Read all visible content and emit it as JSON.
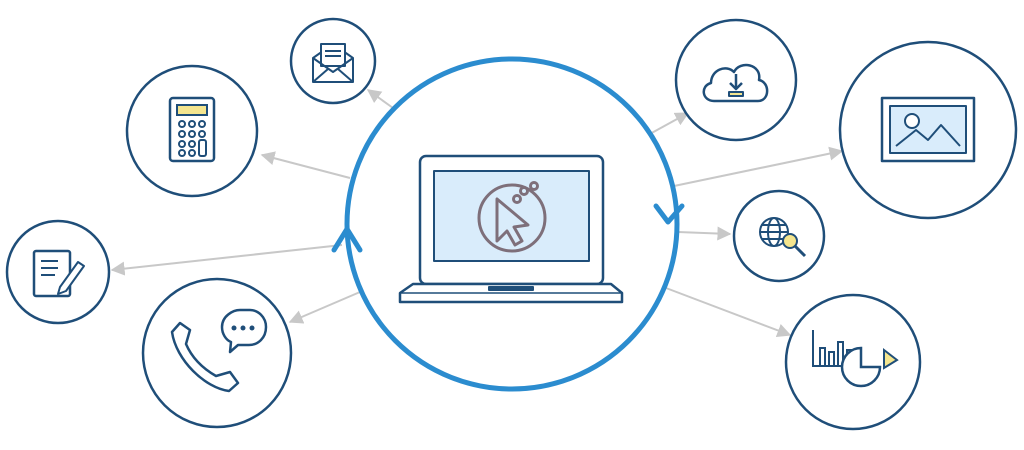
{
  "colors": {
    "outline": "#1f4e79",
    "ring": "#2b8ccf",
    "arrow": "#c8c8c8",
    "screen": "#d9ecfb",
    "cursor": "#7e6f7a",
    "accent_yellow": "#f4e58e",
    "white": "#ffffff"
  },
  "center": {
    "icon": "laptop-with-cursor-icon"
  },
  "satellites": [
    {
      "id": "email",
      "icon": "envelope-icon"
    },
    {
      "id": "calculator",
      "icon": "calculator-icon"
    },
    {
      "id": "document",
      "icon": "document-pen-icon"
    },
    {
      "id": "phone-chat",
      "icon": "phone-chat-icon"
    },
    {
      "id": "cloud-download",
      "icon": "cloud-download-icon"
    },
    {
      "id": "image",
      "icon": "image-icon"
    },
    {
      "id": "web-search",
      "icon": "globe-search-icon"
    },
    {
      "id": "analytics",
      "icon": "bar-pie-chart-icon"
    }
  ]
}
